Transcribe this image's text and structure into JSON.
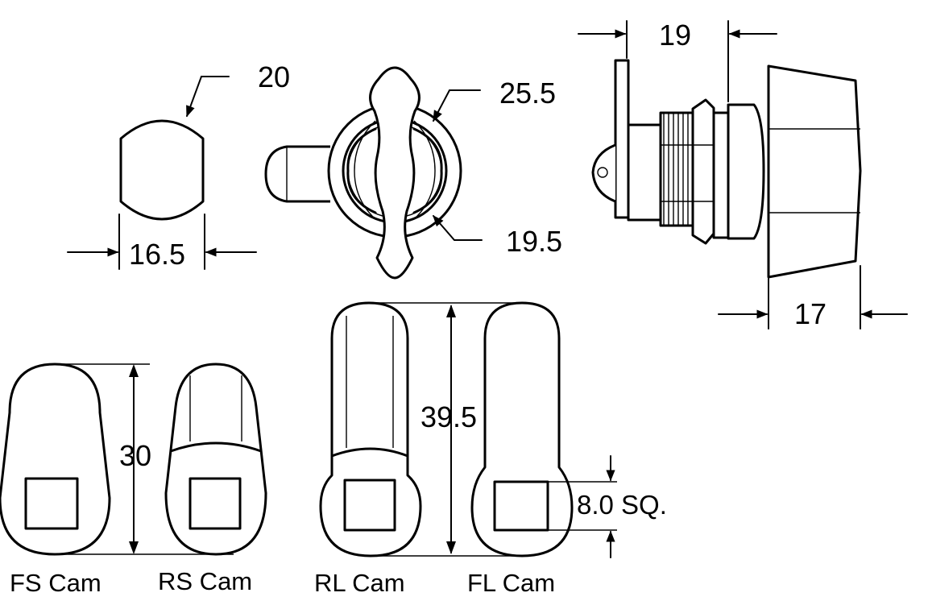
{
  "dimensions": {
    "key_diameter": "20",
    "key_width": "16.5",
    "flange_outer": "25.5",
    "flange_inner": "19.5",
    "flange_to_cam": "19",
    "body_length": "17",
    "short_cam_length": "30",
    "long_cam_length": "39.5",
    "square_size": "8.0 SQ."
  },
  "cams": [
    {
      "label": "FS Cam"
    },
    {
      "label": "RS Cam"
    },
    {
      "label": "RL Cam"
    },
    {
      "label": "FL Cam"
    }
  ]
}
